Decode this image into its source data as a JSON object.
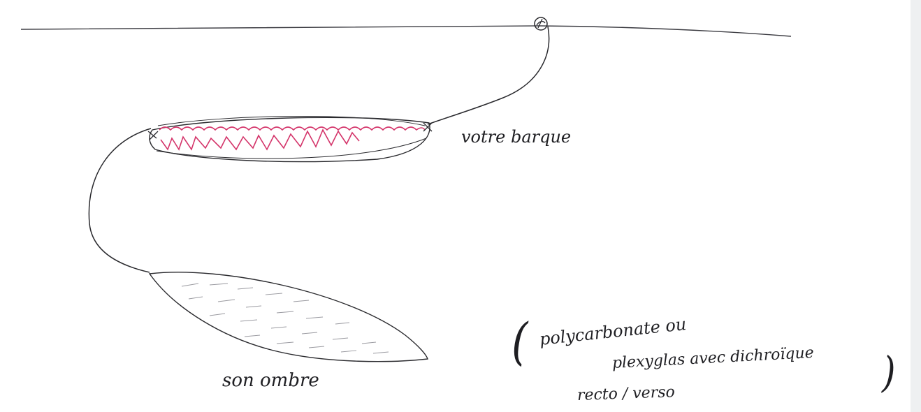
{
  "labels": {
    "boat": "votre barque",
    "shadow": "son ombre",
    "material_line1": "polycarbonate ou",
    "material_line2": "plexyglas   avec dichroïque",
    "material_line3": "recto / verso",
    "paren_open": "(",
    "paren_close": ")"
  },
  "colors": {
    "ink": "#1e1e22",
    "red_ink": "#d4346a",
    "paper": "#ffffff",
    "margin": "#eef0f1"
  },
  "icons": {
    "anchor_buoy": "buoy-icon"
  }
}
